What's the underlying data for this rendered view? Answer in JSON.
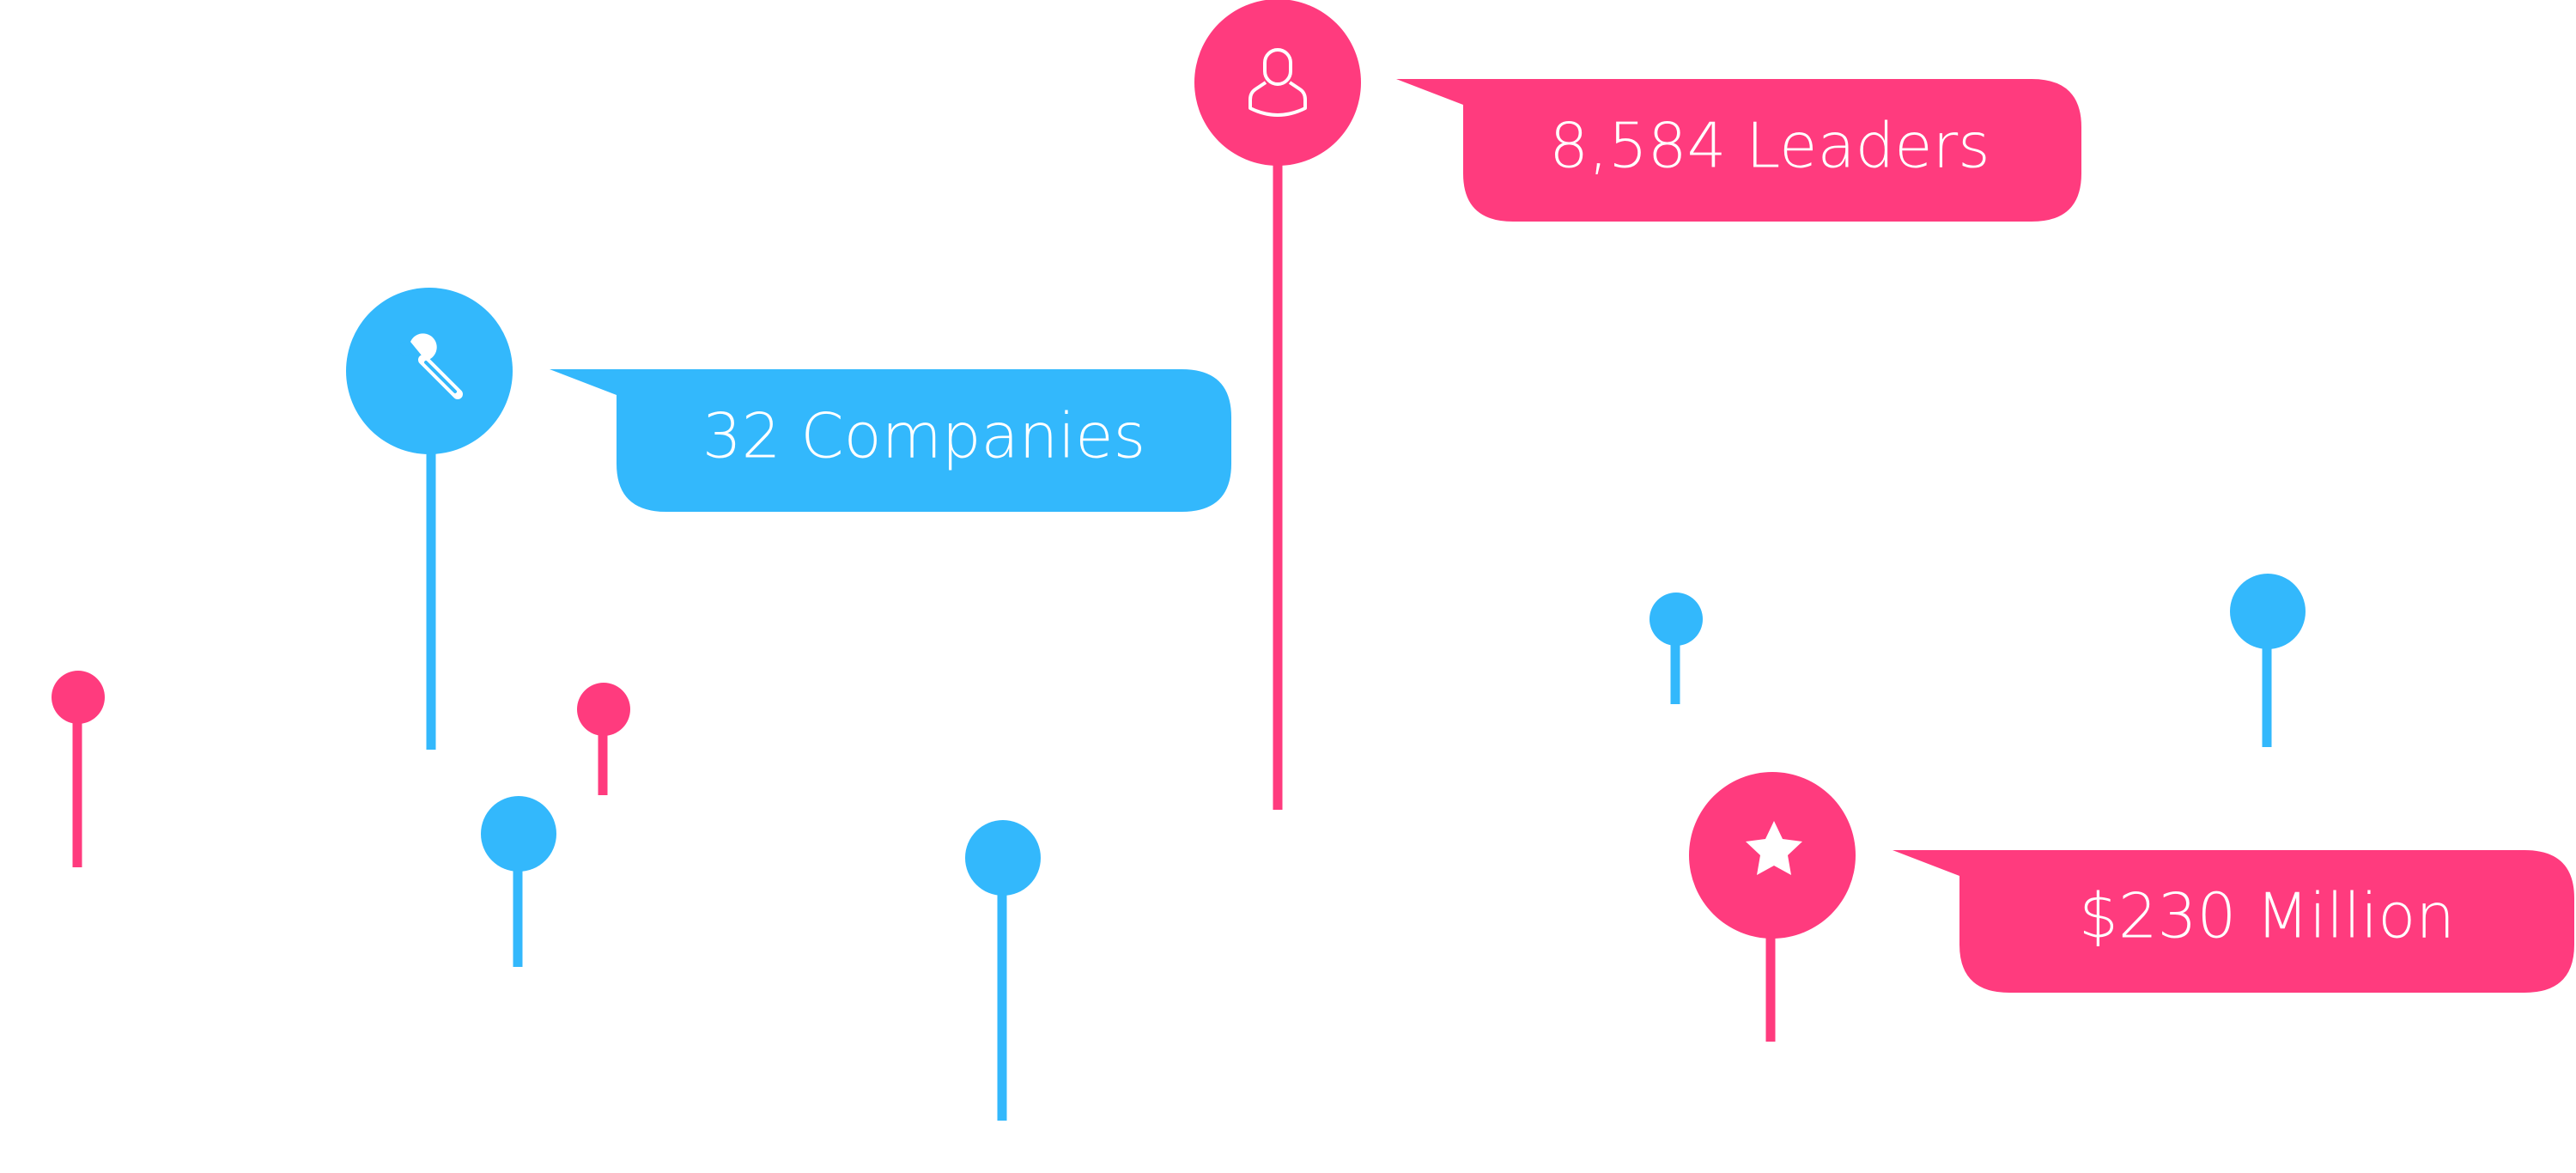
{
  "palette": {
    "pink": "#FF3B7E",
    "blue": "#33B8FC",
    "background": "#FFFFFF",
    "text": "#FFFFFF"
  },
  "callouts": [
    {
      "label": "8,584 Leaders",
      "color": "pink",
      "icon": "person-icon"
    },
    {
      "label": "32 Companies",
      "color": "blue",
      "icon": "wrench-icon"
    },
    {
      "label": "$230 Million",
      "color": "pink",
      "icon": "star-icon"
    }
  ],
  "decorative_pins": [
    {
      "color": "pink"
    },
    {
      "color": "pink"
    },
    {
      "color": "blue"
    },
    {
      "color": "blue"
    },
    {
      "color": "blue"
    },
    {
      "color": "blue"
    }
  ]
}
